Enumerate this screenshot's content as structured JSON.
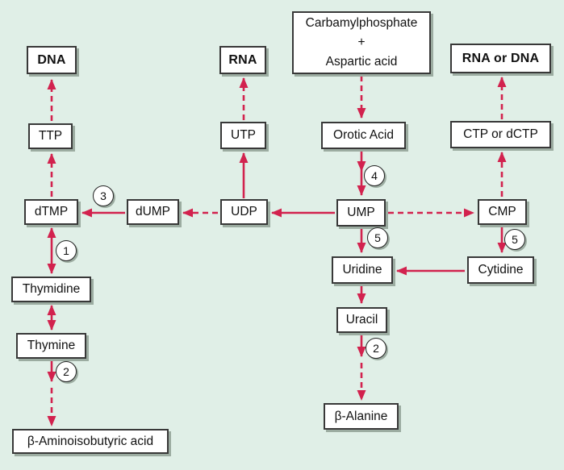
{
  "diagram_type": "pyrimidine-metabolism-pathway-flowchart",
  "nodes": {
    "dna": "DNA",
    "rna": "RNA",
    "carbamyl_lines": [
      "Carbamylphosphate",
      "+",
      "Aspartic acid"
    ],
    "rna_or_dna": "RNA or DNA",
    "ttp": "TTP",
    "utp": "UTP",
    "orotic_acid": "Orotic Acid",
    "ctp_or_dctp": "CTP or dCTP",
    "dtmp": "dTMP",
    "dump": "dUMP",
    "udp": "UDP",
    "ump": "UMP",
    "cmp": "CMP",
    "thymidine": "Thymidine",
    "uridine": "Uridine",
    "cytidine": "Cytidine",
    "thymine": "Thymine",
    "uracil": "Uracil",
    "beta_alanine": "β-Alanine",
    "beta_aminoisobutyric_acid": "β-Aminoisobutyric acid"
  },
  "steps": [
    "1",
    "2",
    "3",
    "4",
    "5"
  ],
  "edges": [
    {
      "from": "TTP",
      "to": "DNA",
      "style": "dashed"
    },
    {
      "from": "dTMP",
      "to": "TTP",
      "style": "dashed"
    },
    {
      "from": "dUMP",
      "to": "dTMP",
      "style": "solid",
      "step": "3"
    },
    {
      "from": "UDP",
      "to": "dUMP",
      "style": "dashed"
    },
    {
      "from": "UMP",
      "to": "UDP",
      "style": "solid"
    },
    {
      "from": "UDP",
      "to": "UTP",
      "style": "solid"
    },
    {
      "from": "UTP",
      "to": "RNA",
      "style": "dashed"
    },
    {
      "from": "Carbamylphosphate + Aspartic acid",
      "to": "Orotic Acid",
      "style": "dashed"
    },
    {
      "from": "Orotic Acid",
      "to": "UMP",
      "style": "solid",
      "step": "4"
    },
    {
      "from": "UMP",
      "to": "CMP",
      "style": "dashed"
    },
    {
      "from": "CMP",
      "to": "CTP or dCTP",
      "style": "dashed"
    },
    {
      "from": "CTP or dCTP",
      "to": "RNA or DNA",
      "style": "dashed"
    },
    {
      "from": "UMP",
      "to": "Uridine",
      "style": "solid",
      "step": "5"
    },
    {
      "from": "CMP",
      "to": "Cytidine",
      "style": "solid",
      "step": "5"
    },
    {
      "from": "Cytidine",
      "to": "Uridine",
      "style": "solid"
    },
    {
      "from": "Uridine",
      "to": "Uracil",
      "style": "solid"
    },
    {
      "from": "Uracil",
      "to": "β-Alanine",
      "style": "solid-then-dashed",
      "step": "2"
    },
    {
      "from": "dTMP",
      "to": "Thymidine",
      "style": "solid",
      "bidirectional": true,
      "step": "1"
    },
    {
      "from": "Thymidine",
      "to": "Thymine",
      "style": "solid",
      "bidirectional": true
    },
    {
      "from": "Thymine",
      "to": "β-Aminoisobutyric acid",
      "style": "solid-then-dashed",
      "step": "2"
    }
  ],
  "colors": {
    "background": "#e0efe7",
    "arrow": "#d2224e",
    "box_fill": "#ffffff",
    "box_border": "#383838",
    "box_shadow": "#9caca1",
    "text": "#111111"
  }
}
